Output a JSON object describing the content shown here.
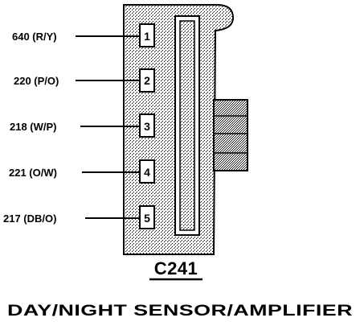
{
  "connector": {
    "id": "C241",
    "component_name": "DAY/NIGHT SENSOR/AMPLIFIER"
  },
  "pins": [
    {
      "number": "1",
      "circuit": "640 (R/Y)"
    },
    {
      "number": "2",
      "circuit": "220 (P/O)"
    },
    {
      "number": "3",
      "circuit": "218 (W/P)"
    },
    {
      "number": "4",
      "circuit": "221 (O/W)"
    },
    {
      "number": "5",
      "circuit": "217 (DB/O)"
    }
  ]
}
